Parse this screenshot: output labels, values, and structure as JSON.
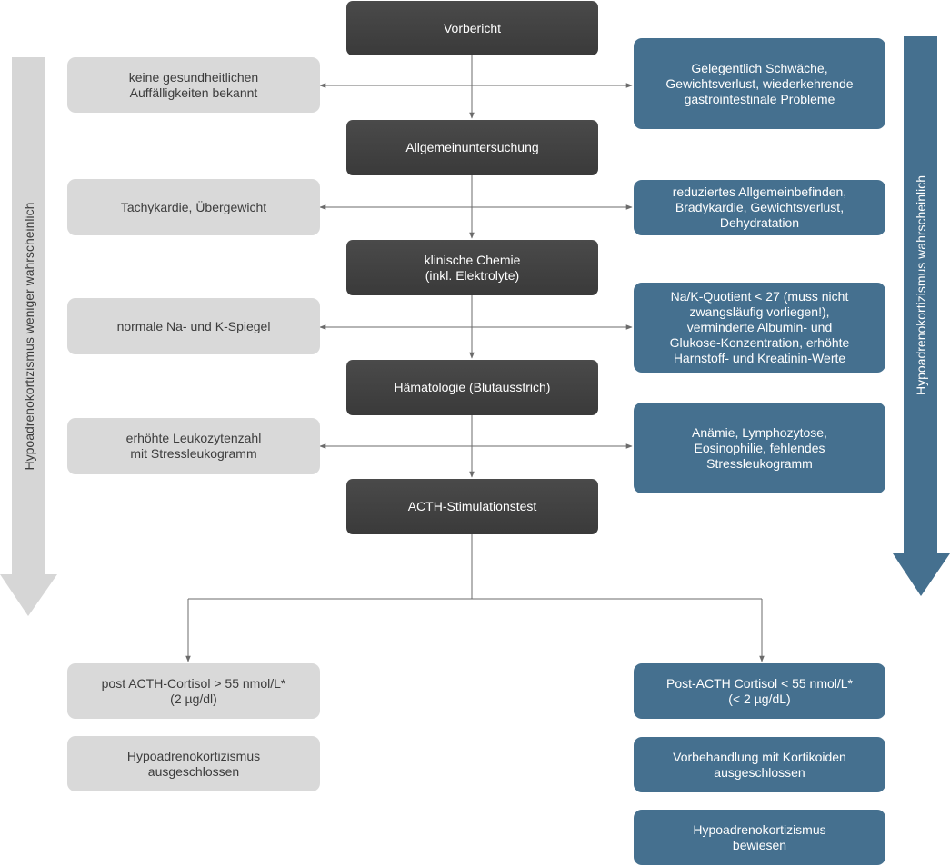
{
  "center_steps": [
    {
      "id": "vorbericht",
      "label": "Vorbericht"
    },
    {
      "id": "allgemein",
      "label": "Allgemeinuntersuchung"
    },
    {
      "id": "chemie",
      "label": "klinische Chemie\n(inkl. Elektrolyte)"
    },
    {
      "id": "haematologie",
      "label": "Hämatologie (Blutausstrich)"
    },
    {
      "id": "acth",
      "label": "ACTH-Stimulationstest"
    }
  ],
  "left_findings": [
    "keine gesundheitlichen\nAuffälligkeiten bekannt",
    "Tachykardie, Übergewicht",
    "normale Na- und K-Spiegel",
    "erhöhte Leukozytenzahl\nmit Stressleukogramm"
  ],
  "right_findings": [
    "Gelegentlich Schwäche,\nGewichtsverlust, wiederkehrende\ngastrointestinale Probleme",
    "reduziertes Allgemeinbefinden,\nBradykardie, Gewichtsverlust,\nDehydratation",
    "Na/K-Quotient < 27 (muss nicht\nzwangsläufig vorliegen!),\nverminderte Albumin- und\nGlukose-Konzentration, erhöhte\nHarnstoff- und Kreatinin-Werte",
    "Anämie, Lymphozytose,\nEosinophilie, fehlendes\nStressleukogramm"
  ],
  "left_outcomes": [
    "post ACTH-Cortisol > 55 nmol/L*\n(2 µg/dl)",
    "Hypoadrenokortizismus\nausgeschlossen"
  ],
  "right_outcomes": [
    "Post-ACTH Cortisol < 55 nmol/L*\n(< 2 µg/dL)",
    "Vorbehandlung mit Kortikoiden\nausgeschlossen",
    "Hypoadrenokortizismus\nbewiesen"
  ],
  "side_labels": {
    "left": "Hypoadrenokortizismus weniger wahrscheinlich",
    "right": "Hypoadrenokortizismus wahrscheinlich"
  },
  "colors": {
    "dark": "#3f3f3f",
    "grey": "#d9d9d9",
    "blue": "#45708f",
    "left_arrow": "#d6d6d6",
    "right_arrow": "#45708f",
    "line": "#6b6b6b"
  }
}
